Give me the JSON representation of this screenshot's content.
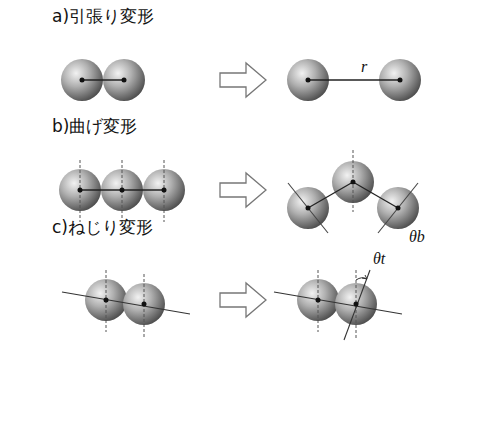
{
  "diagram": {
    "labels": [
      "a)引張り変形",
      "b)曲げ変形",
      "c)ねじり変形",
      "r",
      "θb",
      "θt"
    ]
  }
}
